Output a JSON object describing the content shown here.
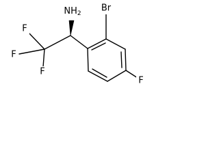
{
  "molecule": {
    "atoms": {
      "nh2": "NH2",
      "br": "Br",
      "f1": "F",
      "f2": "F",
      "f3": "F",
      "f4": "F"
    }
  },
  "colors": {
    "ink": "#000000",
    "background": "#ffffff"
  }
}
